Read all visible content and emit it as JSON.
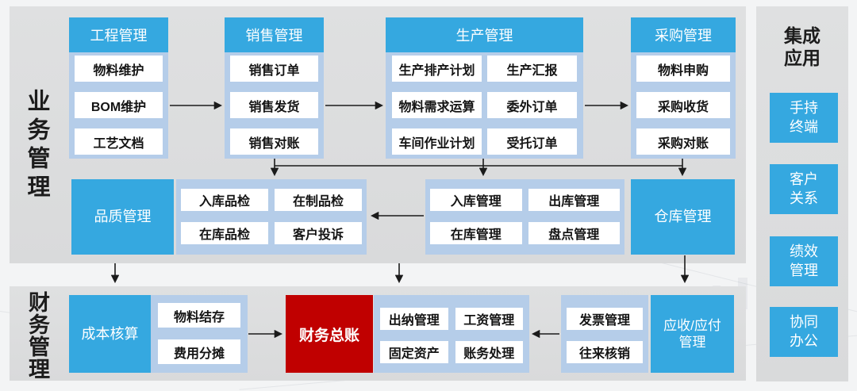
{
  "colors": {
    "accent_blue": "#35a8e0",
    "light_blue": "#b5cde9",
    "accent_red": "#c00000",
    "panel_gray": "#dcdddd",
    "arrow_black": "#1b1b1b"
  },
  "business": {
    "label": "业务管理",
    "columns": [
      {
        "title": "工程管理",
        "items": [
          "物料维护",
          "BOM维护",
          "工艺文档"
        ]
      },
      {
        "title": "销售管理",
        "items": [
          "销售订单",
          "销售发货",
          "销售对账"
        ]
      },
      {
        "title": "生产管理",
        "items": [
          "生产排产计划",
          "生产汇报",
          "物料需求运算",
          "委外订单",
          "车间作业计划",
          "受托订单"
        ]
      },
      {
        "title": "采购管理",
        "items": [
          "物料申购",
          "采购收货",
          "采购对账"
        ]
      }
    ],
    "middle": {
      "quality_block": "品质管理",
      "quality_items": [
        "入库品检",
        "在制品检",
        "在库品检",
        "客户投诉"
      ],
      "warehouse_items": [
        "入库管理",
        "出库管理",
        "在库管理",
        "盘点管理"
      ],
      "warehouse_block": "仓库管理"
    }
  },
  "finance": {
    "label": "财务管理",
    "cost_block": "成本核算",
    "cost_items": [
      "物料结存",
      "费用分摊"
    ],
    "ledger_block": "财务总账",
    "cashier_items": [
      "出纳管理",
      "工资管理",
      "固定资产",
      "账务处理"
    ],
    "invoice_items": [
      "发票管理",
      "往来核销"
    ],
    "arap_block": "应收/应付管理"
  },
  "sidebar": {
    "title": "集成应用",
    "items": [
      "手持终端",
      "客户关系",
      "绩效管理",
      "协同办公"
    ]
  }
}
